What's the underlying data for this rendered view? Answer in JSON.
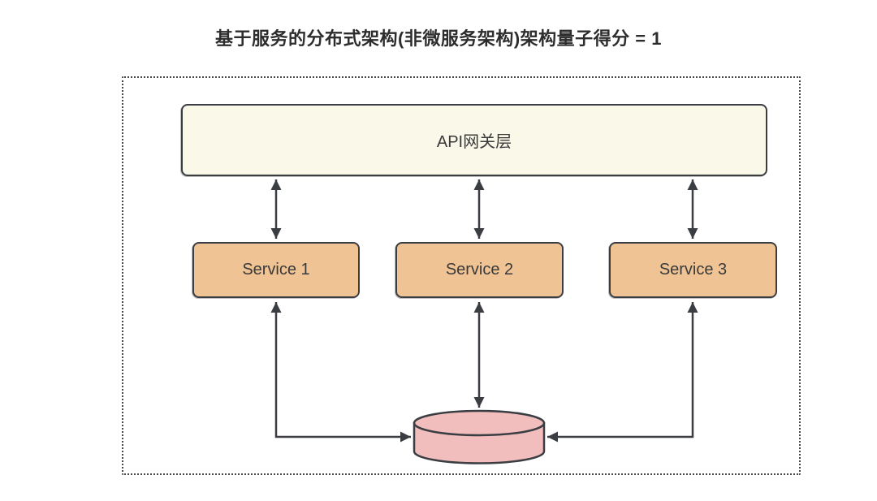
{
  "title": "基于服务的分布式架构(非微服务架构)架构量子得分 = 1",
  "diagram": {
    "gateway": {
      "label": "API网关层"
    },
    "services": [
      {
        "label": "Service 1"
      },
      {
        "label": "Service 2"
      },
      {
        "label": "Service 3"
      }
    ]
  },
  "colors": {
    "gateway_fill": "#faf8e9",
    "service_fill": "#f0c394",
    "database_fill": "#f2bdbd",
    "line": "#3a3d42",
    "title_text": "#2d2d2d",
    "box_text": "#3a3a3a"
  }
}
